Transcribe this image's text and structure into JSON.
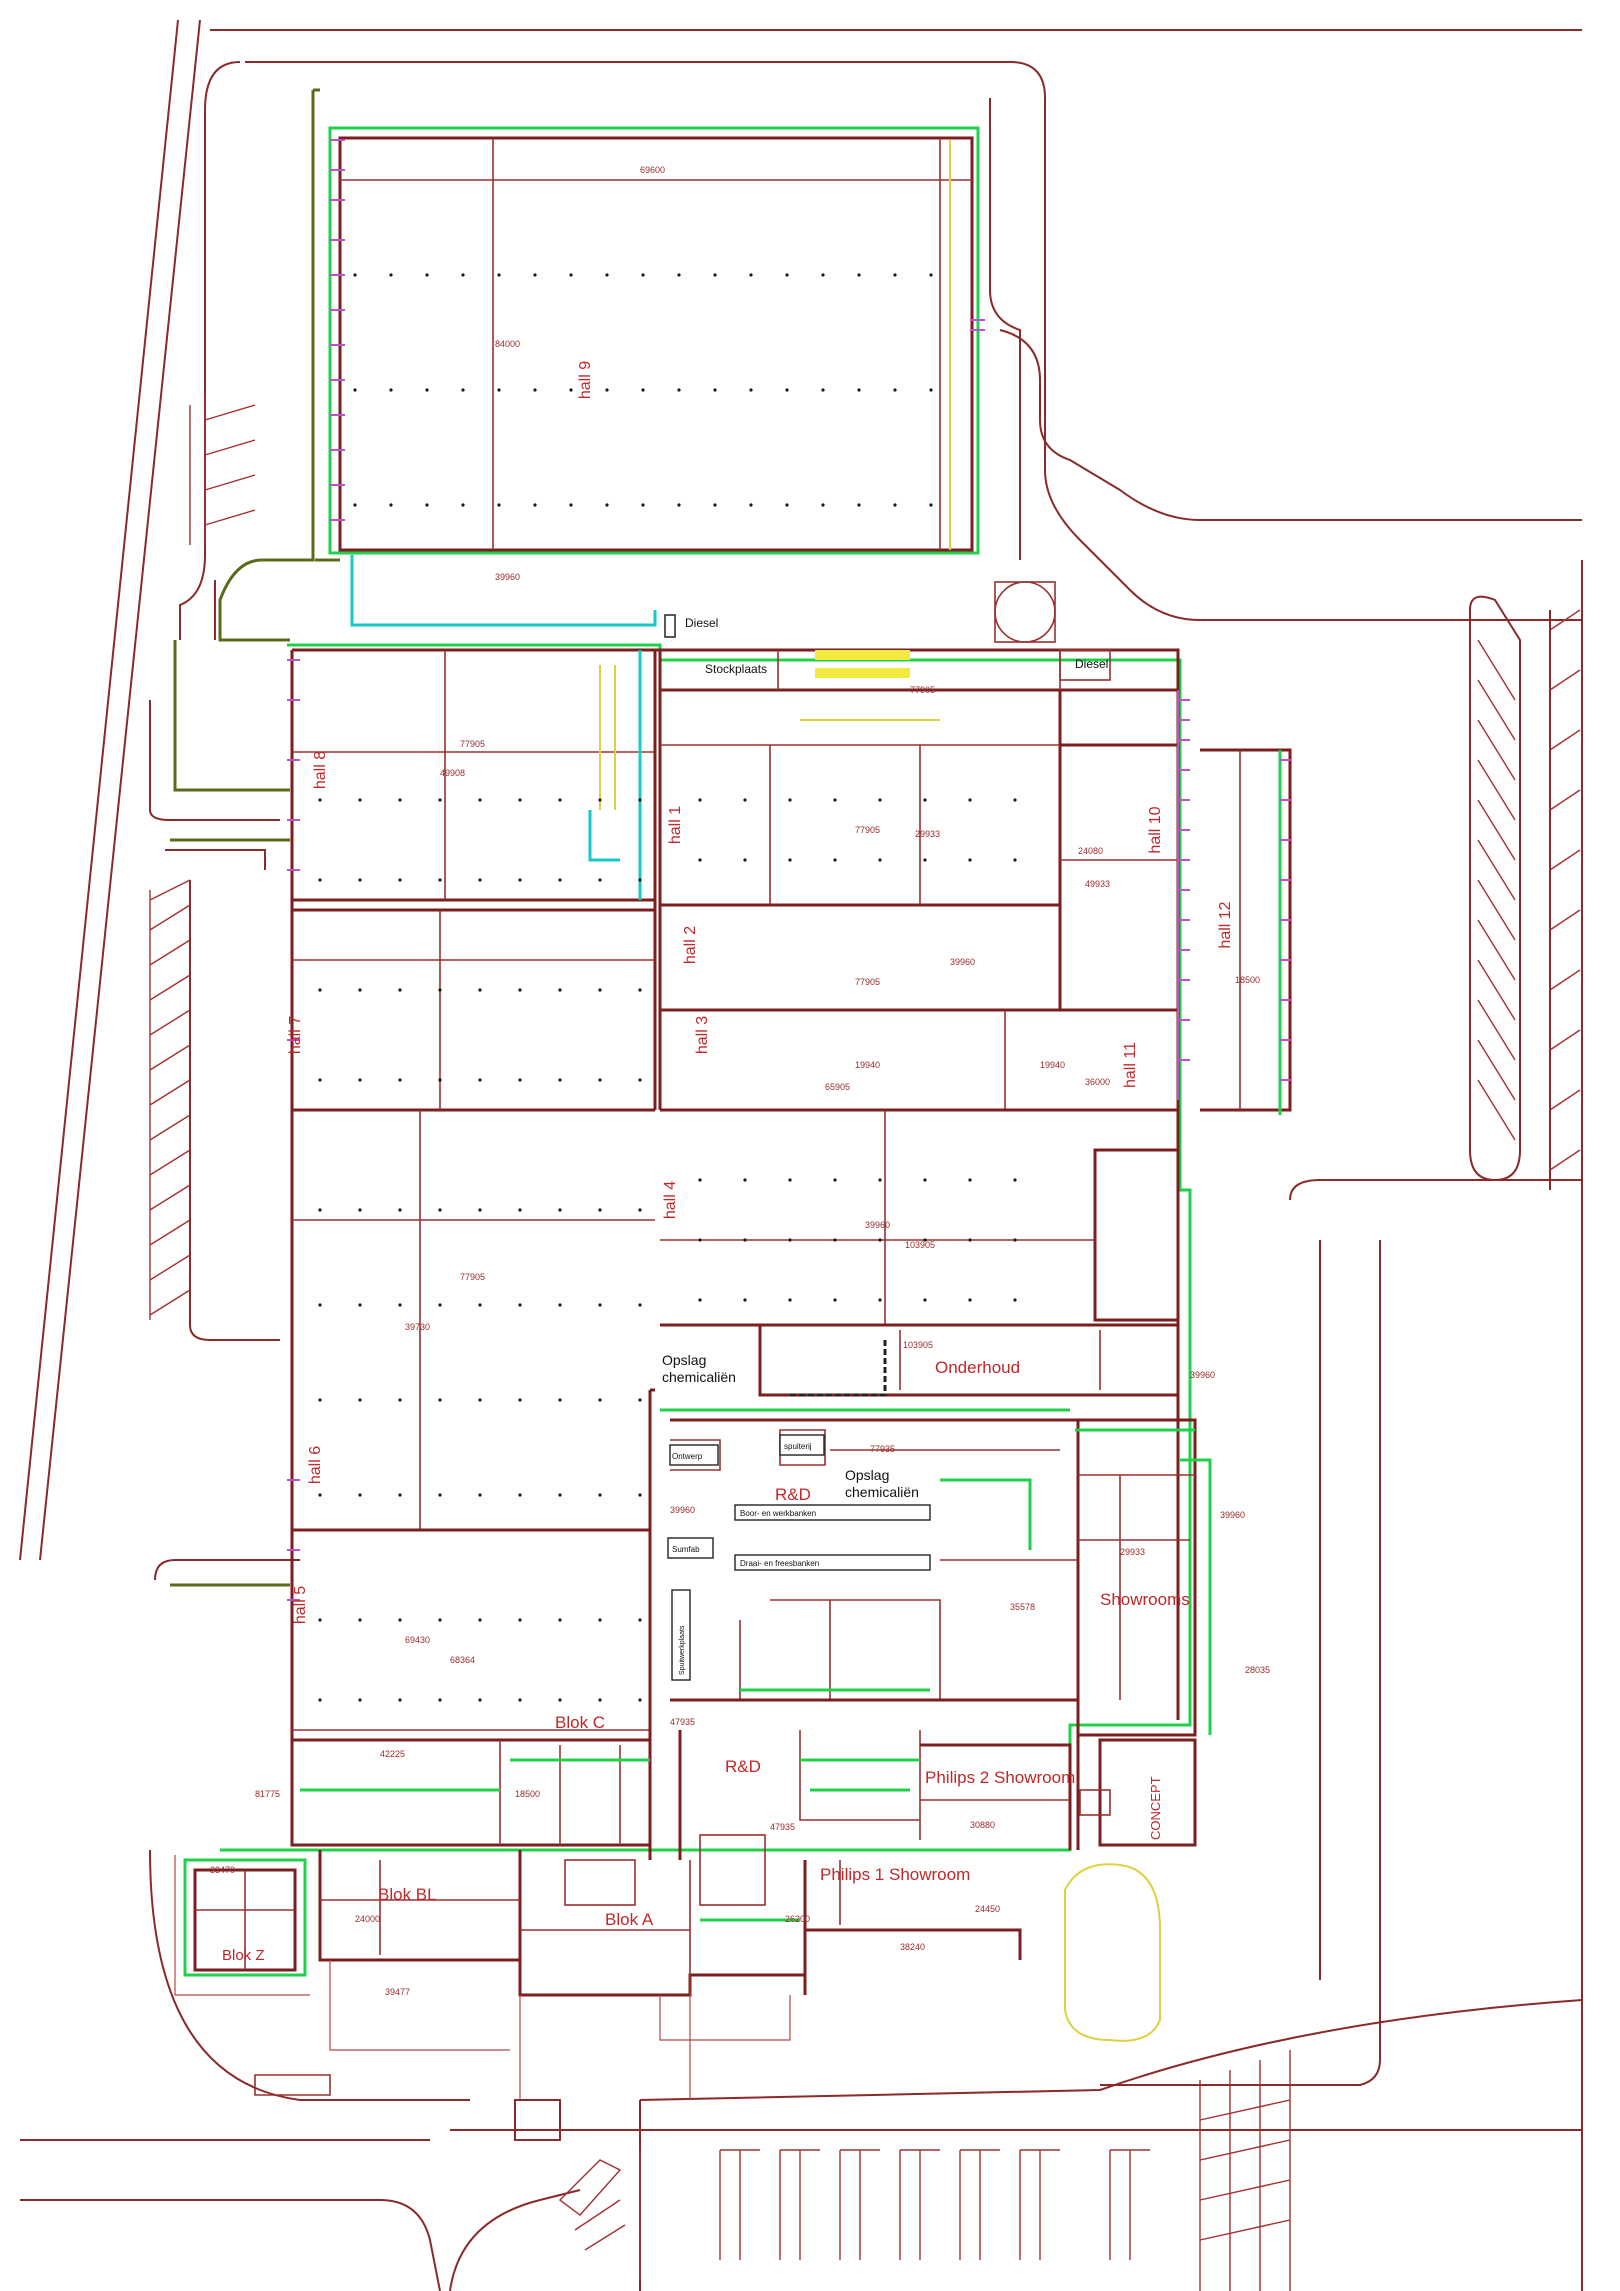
{
  "halls": [
    {
      "id": "hall9",
      "label": "hall 9"
    },
    {
      "id": "hall8",
      "label": "hall 8"
    },
    {
      "id": "hall1",
      "label": "hall 1"
    },
    {
      "id": "hall2",
      "label": "hall 2"
    },
    {
      "id": "hall3",
      "label": "hall 3"
    },
    {
      "id": "hall4",
      "label": "hall 4"
    },
    {
      "id": "hall5",
      "label": "hall 5"
    },
    {
      "id": "hall6",
      "label": "hall 6"
    },
    {
      "id": "hall7",
      "label": "hall 7"
    },
    {
      "id": "hall10",
      "label": "hall 10"
    },
    {
      "id": "hall11",
      "label": "hall 11"
    },
    {
      "id": "hall12",
      "label": "hall 12"
    }
  ],
  "rooms": {
    "stockplaats": "Stockplaats",
    "diesel_1": "Diesel",
    "diesel_2": "Diesel",
    "opslag_1_line1": "Opslag",
    "opslag_1_line2": "chemicaliën",
    "opslag_2_line1": "Opslag",
    "opslag_2_line2": "chemicaliën",
    "onderhoud": "Onderhoud",
    "rd_1": "R&D",
    "rd_2": "R&D",
    "showrooms": "Showrooms",
    "blok_c": "Blok C",
    "philips2": "Philips 2 Showroom",
    "philips1": "Philips 1 Showroom",
    "concept": "CONCEPT",
    "blok_bl": "Blok BL",
    "blok_a": "Blok A",
    "blok_z": "Blok Z",
    "boor_werkbanken": "Boor- en werkbanken",
    "draai_freesbanken": "Draai- en freesbanken",
    "ontwerp": "Ontwerp",
    "spuiterij": "spuiterij",
    "sumfab": "Sumfab",
    "spuitwerkplaats": "Spuitwerkplaats"
  },
  "dimensions": {
    "d1": "69600",
    "d2": "84000",
    "d3": "77905",
    "d4": "49908",
    "d5": "77905",
    "d6": "29933",
    "d7": "24080",
    "d8": "49933",
    "d9": "77905",
    "d10": "77905",
    "d11": "39960",
    "d12": "19940",
    "d13": "65905",
    "d14": "19940",
    "d15": "36000",
    "d16": "18500",
    "d17": "103905",
    "d18": "39960",
    "d19": "77905",
    "d20": "39730",
    "d21": "103905",
    "d22": "69430",
    "d23": "68364",
    "d24": "77935",
    "d25": "29933",
    "d26": "35578",
    "d27": "39960",
    "d28": "28035",
    "d29": "42225",
    "d30": "47935",
    "d31": "47935",
    "d32": "30880",
    "d33": "33470",
    "d34": "24000",
    "d35": "26200",
    "d36": "24450",
    "d37": "38240",
    "d38": "39477",
    "d39": "18500",
    "d40": "81775",
    "d41": "39960",
    "d42": "39960",
    "d43": "39960"
  },
  "colors": {
    "wall": "#7a1e1e",
    "road": "#8a2a2a",
    "site_boundary": "#5b6b1a",
    "green_line": "#1fd04a",
    "cyan_line": "#16c9c9",
    "magenta_door": "#c050c8",
    "label_red": "#c0282a"
  }
}
